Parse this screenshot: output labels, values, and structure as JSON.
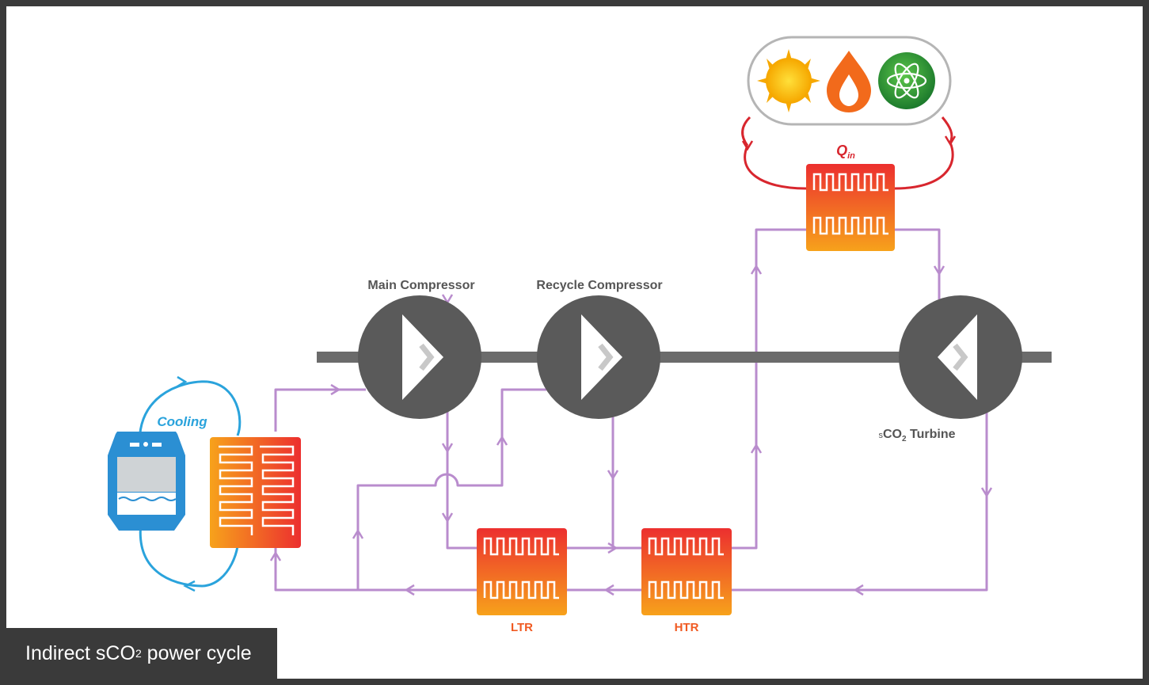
{
  "labels": {
    "main_compressor": "Main Compressor",
    "recycle_compressor": "Recycle Compressor",
    "turbine_prefix": "s",
    "turbine_co": "CO",
    "turbine_sub": "2",
    "turbine_suffix": " Turbine",
    "cooling": "Cooling",
    "q": "Q",
    "q_sub": "in",
    "ltr": "LTR",
    "htr": "HTR"
  },
  "caption": {
    "prefix": "Indirect sCO",
    "sub": "2",
    "suffix": " power cycle"
  },
  "icons": [
    "sun-icon",
    "flame-icon",
    "atom-icon",
    "cooling-tower-icon"
  ],
  "colors": {
    "pipe": "#b98ccd",
    "shaft": "#666666",
    "machine": "#5e5e5e",
    "cooling": "#2aa3dc",
    "heat_loop": "#d8262e",
    "hx_hot": "#ef3b2f",
    "hx_warm": "#f7a21b",
    "hx_label": "#f05a22"
  }
}
